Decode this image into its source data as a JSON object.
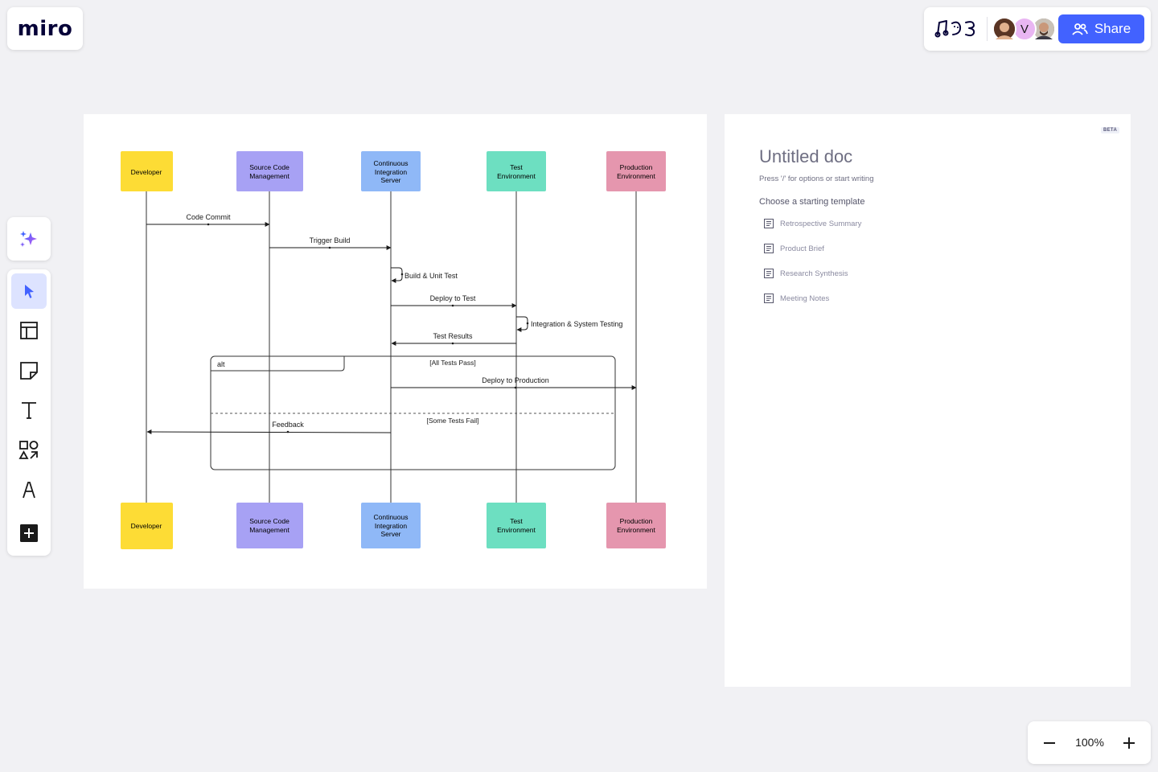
{
  "app": {
    "logo": "miro"
  },
  "header": {
    "reactions_label": "reactions",
    "avatars": [
      {
        "initial": "",
        "bg": "#8a5a44",
        "name": "photo-avatar-1"
      },
      {
        "initial": "V",
        "bg": "#e9b6f2",
        "name": "initial-avatar"
      },
      {
        "initial": "",
        "bg": "#7a6a5c",
        "name": "photo-avatar-2"
      }
    ],
    "share_label": "Share"
  },
  "toolbar": {
    "tools": [
      {
        "name": "select-tool",
        "icon": "cursor-icon",
        "active": true
      },
      {
        "name": "templates-tool",
        "icon": "layout-icon",
        "active": false
      },
      {
        "name": "sticky-note-tool",
        "icon": "sticky-note-icon",
        "active": false
      },
      {
        "name": "text-tool",
        "icon": "text-icon",
        "active": false
      },
      {
        "name": "shapes-tool",
        "icon": "shapes-icon",
        "active": false
      },
      {
        "name": "pen-tool",
        "icon": "pen-icon",
        "active": false
      },
      {
        "name": "add-tool",
        "icon": "plus-square-icon",
        "active": false
      }
    ]
  },
  "diagram": {
    "participants": [
      {
        "label": [
          "Developer"
        ],
        "color": "#fddc35"
      },
      {
        "label": [
          "Source Code",
          "Management"
        ],
        "color": "#a7a1f4"
      },
      {
        "label": [
          "Continuous",
          "Integration",
          "Server"
        ],
        "color": "#8fb8f7"
      },
      {
        "label": [
          "Test",
          "Environment"
        ],
        "color": "#6ddfc1"
      },
      {
        "label": [
          "Production",
          "Environment"
        ],
        "color": "#e596ae"
      }
    ],
    "messages": [
      {
        "label": "Code Commit",
        "from": 0,
        "to": 1
      },
      {
        "label": "Trigger Build",
        "from": 1,
        "to": 2
      },
      {
        "label": "Build & Unit Test",
        "from": 2,
        "to": 2
      },
      {
        "label": "Deploy to Test",
        "from": 2,
        "to": 3
      },
      {
        "label": "Integration & System Testing",
        "from": 3,
        "to": 3
      },
      {
        "label": "Test Results",
        "from": 3,
        "to": 2
      },
      {
        "label": "Deploy to Production",
        "from": 2,
        "to": 4
      },
      {
        "label": "Feedback",
        "from": 2,
        "to": 0
      }
    ],
    "alt_fragment": {
      "keyword": "alt",
      "guard_1": "[All Tests Pass]",
      "guard_2": "[Some Tests Fail]"
    }
  },
  "doc": {
    "badge": "BETA",
    "title": "Untitled doc",
    "hint": "Press '/' for options or start writing",
    "choose_label": "Choose a starting template",
    "templates": [
      "Retrospective Summary",
      "Product Brief",
      "Research Synthesis",
      "Meeting Notes"
    ]
  },
  "zoom": {
    "value": "100%"
  },
  "colors": {
    "accent": "#4262ff",
    "canvas": "#f1f1f4",
    "toolbar_active": "#dde3ff"
  }
}
